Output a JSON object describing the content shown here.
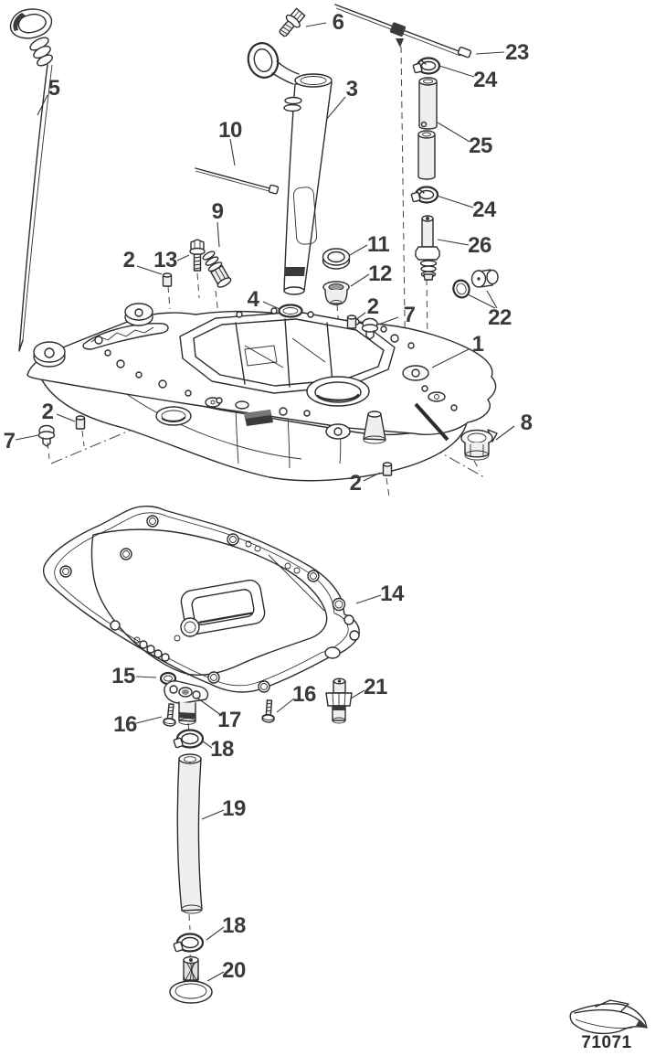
{
  "diagram": {
    "drawing_number": "71071",
    "ink_color": "#2d2d2d",
    "label_color": "#3a3a3a",
    "logo_icon": "speedboat-icon",
    "callouts": [
      {
        "label": "5"
      },
      {
        "label": "6"
      },
      {
        "label": "23"
      },
      {
        "label": "24"
      },
      {
        "label": "10"
      },
      {
        "label": "3"
      },
      {
        "label": "25"
      },
      {
        "label": "9"
      },
      {
        "label": "24"
      },
      {
        "label": "2"
      },
      {
        "label": "13"
      },
      {
        "label": "11"
      },
      {
        "label": "26"
      },
      {
        "label": "12"
      },
      {
        "label": "2"
      },
      {
        "label": "7"
      },
      {
        "label": "4"
      },
      {
        "label": "22"
      },
      {
        "label": "1"
      },
      {
        "label": "2"
      },
      {
        "label": "7"
      },
      {
        "label": "8"
      },
      {
        "label": "2"
      },
      {
        "label": "14"
      },
      {
        "label": "15"
      },
      {
        "label": "16"
      },
      {
        "label": "17"
      },
      {
        "label": "16"
      },
      {
        "label": "21"
      },
      {
        "label": "18"
      },
      {
        "label": "19"
      },
      {
        "label": "18"
      },
      {
        "label": "20"
      }
    ]
  }
}
